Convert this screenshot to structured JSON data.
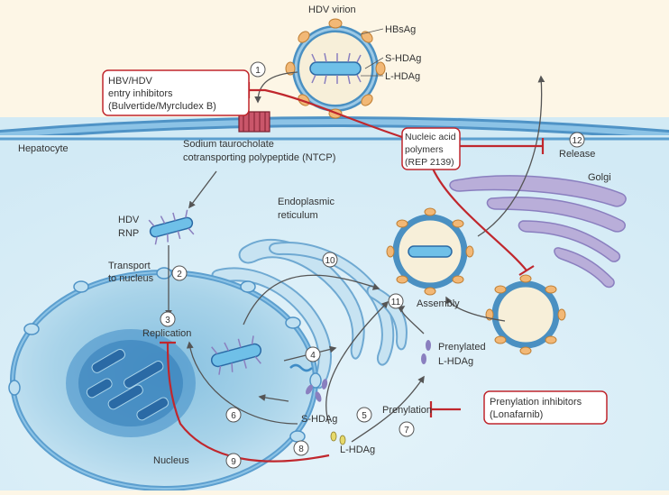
{
  "colors": {
    "background": "#fdf6e6",
    "cell": "#d6ecf6",
    "membrane": "#5c9fcf",
    "nucleus": "#a8d3e9",
    "nucleolus": "#3f8cc6",
    "er": "#c7e3f2",
    "golgi": "#b9aed9",
    "inhibitor": "#c0272d",
    "arrow": "#555555"
  },
  "labels": {
    "hdv_virion": "HDV virion",
    "hbsag": "HBsAg",
    "s_hdag": "S-HDAg",
    "l_hdag": "L-HDAg",
    "hepatocyte": "Hepatocyte",
    "ntcp_line1": "Sodium taurocholate",
    "ntcp_line2": "cotransporting polypeptide (NTCP)",
    "hdv_rnp_line1": "HDV",
    "hdv_rnp_line2": "RNP",
    "transport_line1": "Transport",
    "transport_line2": "to nucleus",
    "replication": "Replication",
    "nucleus": "Nucleus",
    "er_line1": "Endoplasmic",
    "er_line2": "reticulum",
    "assembly": "Assembly",
    "release": "Release",
    "golgi": "Golgi",
    "prenylated_line1": "Prenylated",
    "prenylated_line2": "L-HDAg",
    "prenylation": "Prenylation",
    "s_hdag_cyto": "S-HDAg",
    "l_hdag_cyto": "L-HDAg"
  },
  "inhibitors": {
    "entry": [
      "HBV/HDV",
      "entry inhibitors",
      "(Bulvertide/Myrcludex B)"
    ],
    "nap": [
      "Nucleic acid",
      "polymers",
      "(REP 2139)"
    ],
    "prenylation": [
      "Prenylation inhibitors",
      "(Lonafarnib)"
    ]
  },
  "steps": [
    "1",
    "2",
    "3",
    "4",
    "5",
    "6",
    "7",
    "8",
    "9",
    "10",
    "11",
    "12"
  ]
}
